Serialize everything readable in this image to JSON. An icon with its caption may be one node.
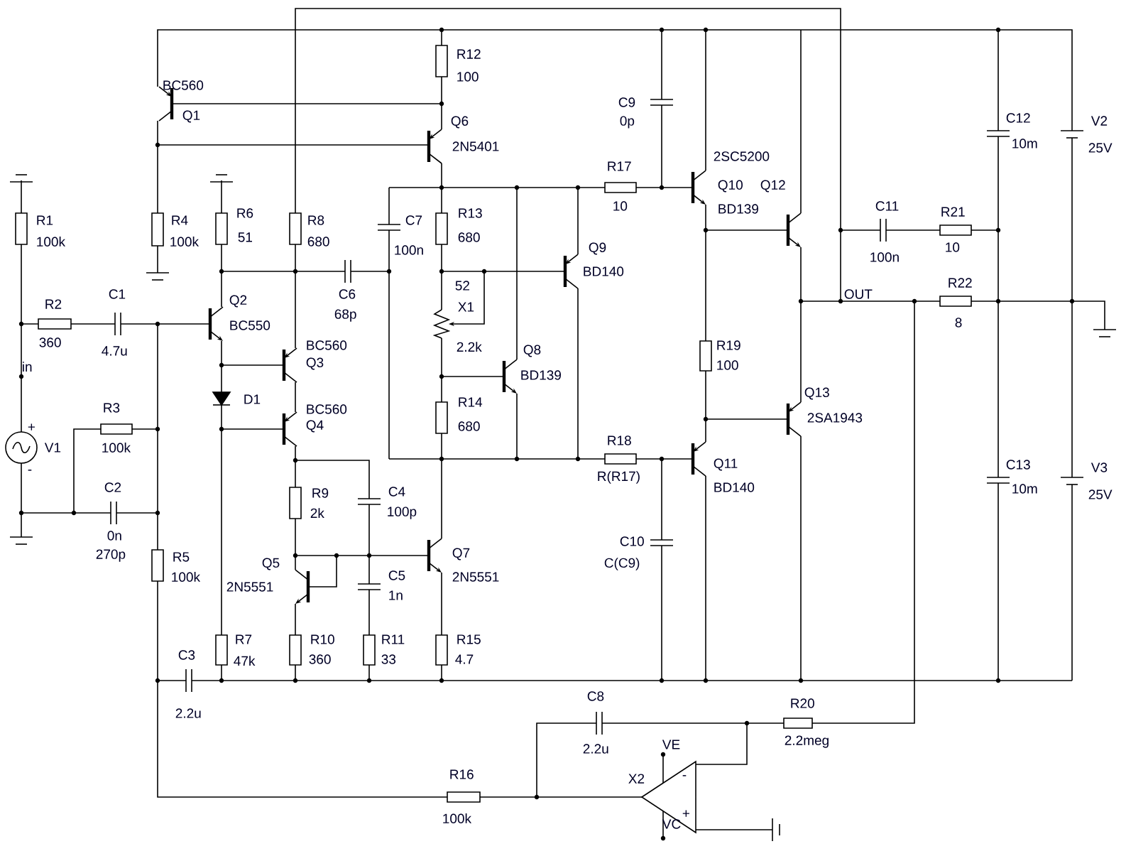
{
  "diagram": {
    "labels": [
      "BC560",
      "Q1",
      "R12",
      "100",
      "Q6",
      "2N5401",
      "R1",
      "100k",
      "R4",
      "100k",
      "R6",
      "51",
      "R8",
      "680",
      "C9",
      "0p",
      "R17",
      "10",
      "2SC5200",
      "Q10",
      "Q12",
      "BD139",
      "C7",
      "100n",
      "R13",
      "680",
      "C12",
      "10m",
      "V2",
      "25V",
      "C11",
      "100n",
      "R21",
      "10",
      "C6",
      "68p",
      "Q2",
      "BC550",
      "Q9",
      "BD140",
      "52",
      "X1",
      "2.2k",
      "OUT",
      "R22",
      "8",
      "R2",
      "360",
      "C1",
      "4.7u",
      "in",
      "BC560",
      "Q3",
      "Q8",
      "BD139",
      "D1",
      "BC560",
      "Q4",
      "R19",
      "100",
      "Q13",
      "2SA1943",
      "R14",
      "680",
      "R3",
      "100k",
      "V1",
      "+",
      "-",
      "R18",
      "R(R17)",
      "Q11",
      "BD140",
      "C2",
      "0n",
      "270p",
      "R9",
      "2k",
      "C4",
      "100p",
      "C13",
      "10m",
      "V3",
      "25V",
      "C10",
      "C(C9)",
      "R5",
      "100k",
      "Q5",
      "2N5551",
      "C5",
      "1n",
      "Q7",
      "2N5551",
      "R7",
      "47k",
      "R10",
      "360",
      "R11",
      "33",
      "R15",
      "4.7",
      "C3",
      "2.2u",
      "C8",
      "2.2u",
      "R20",
      "2.2meg",
      "VE",
      "X2",
      "-",
      "+",
      "R16",
      "100k",
      "VC"
    ]
  }
}
